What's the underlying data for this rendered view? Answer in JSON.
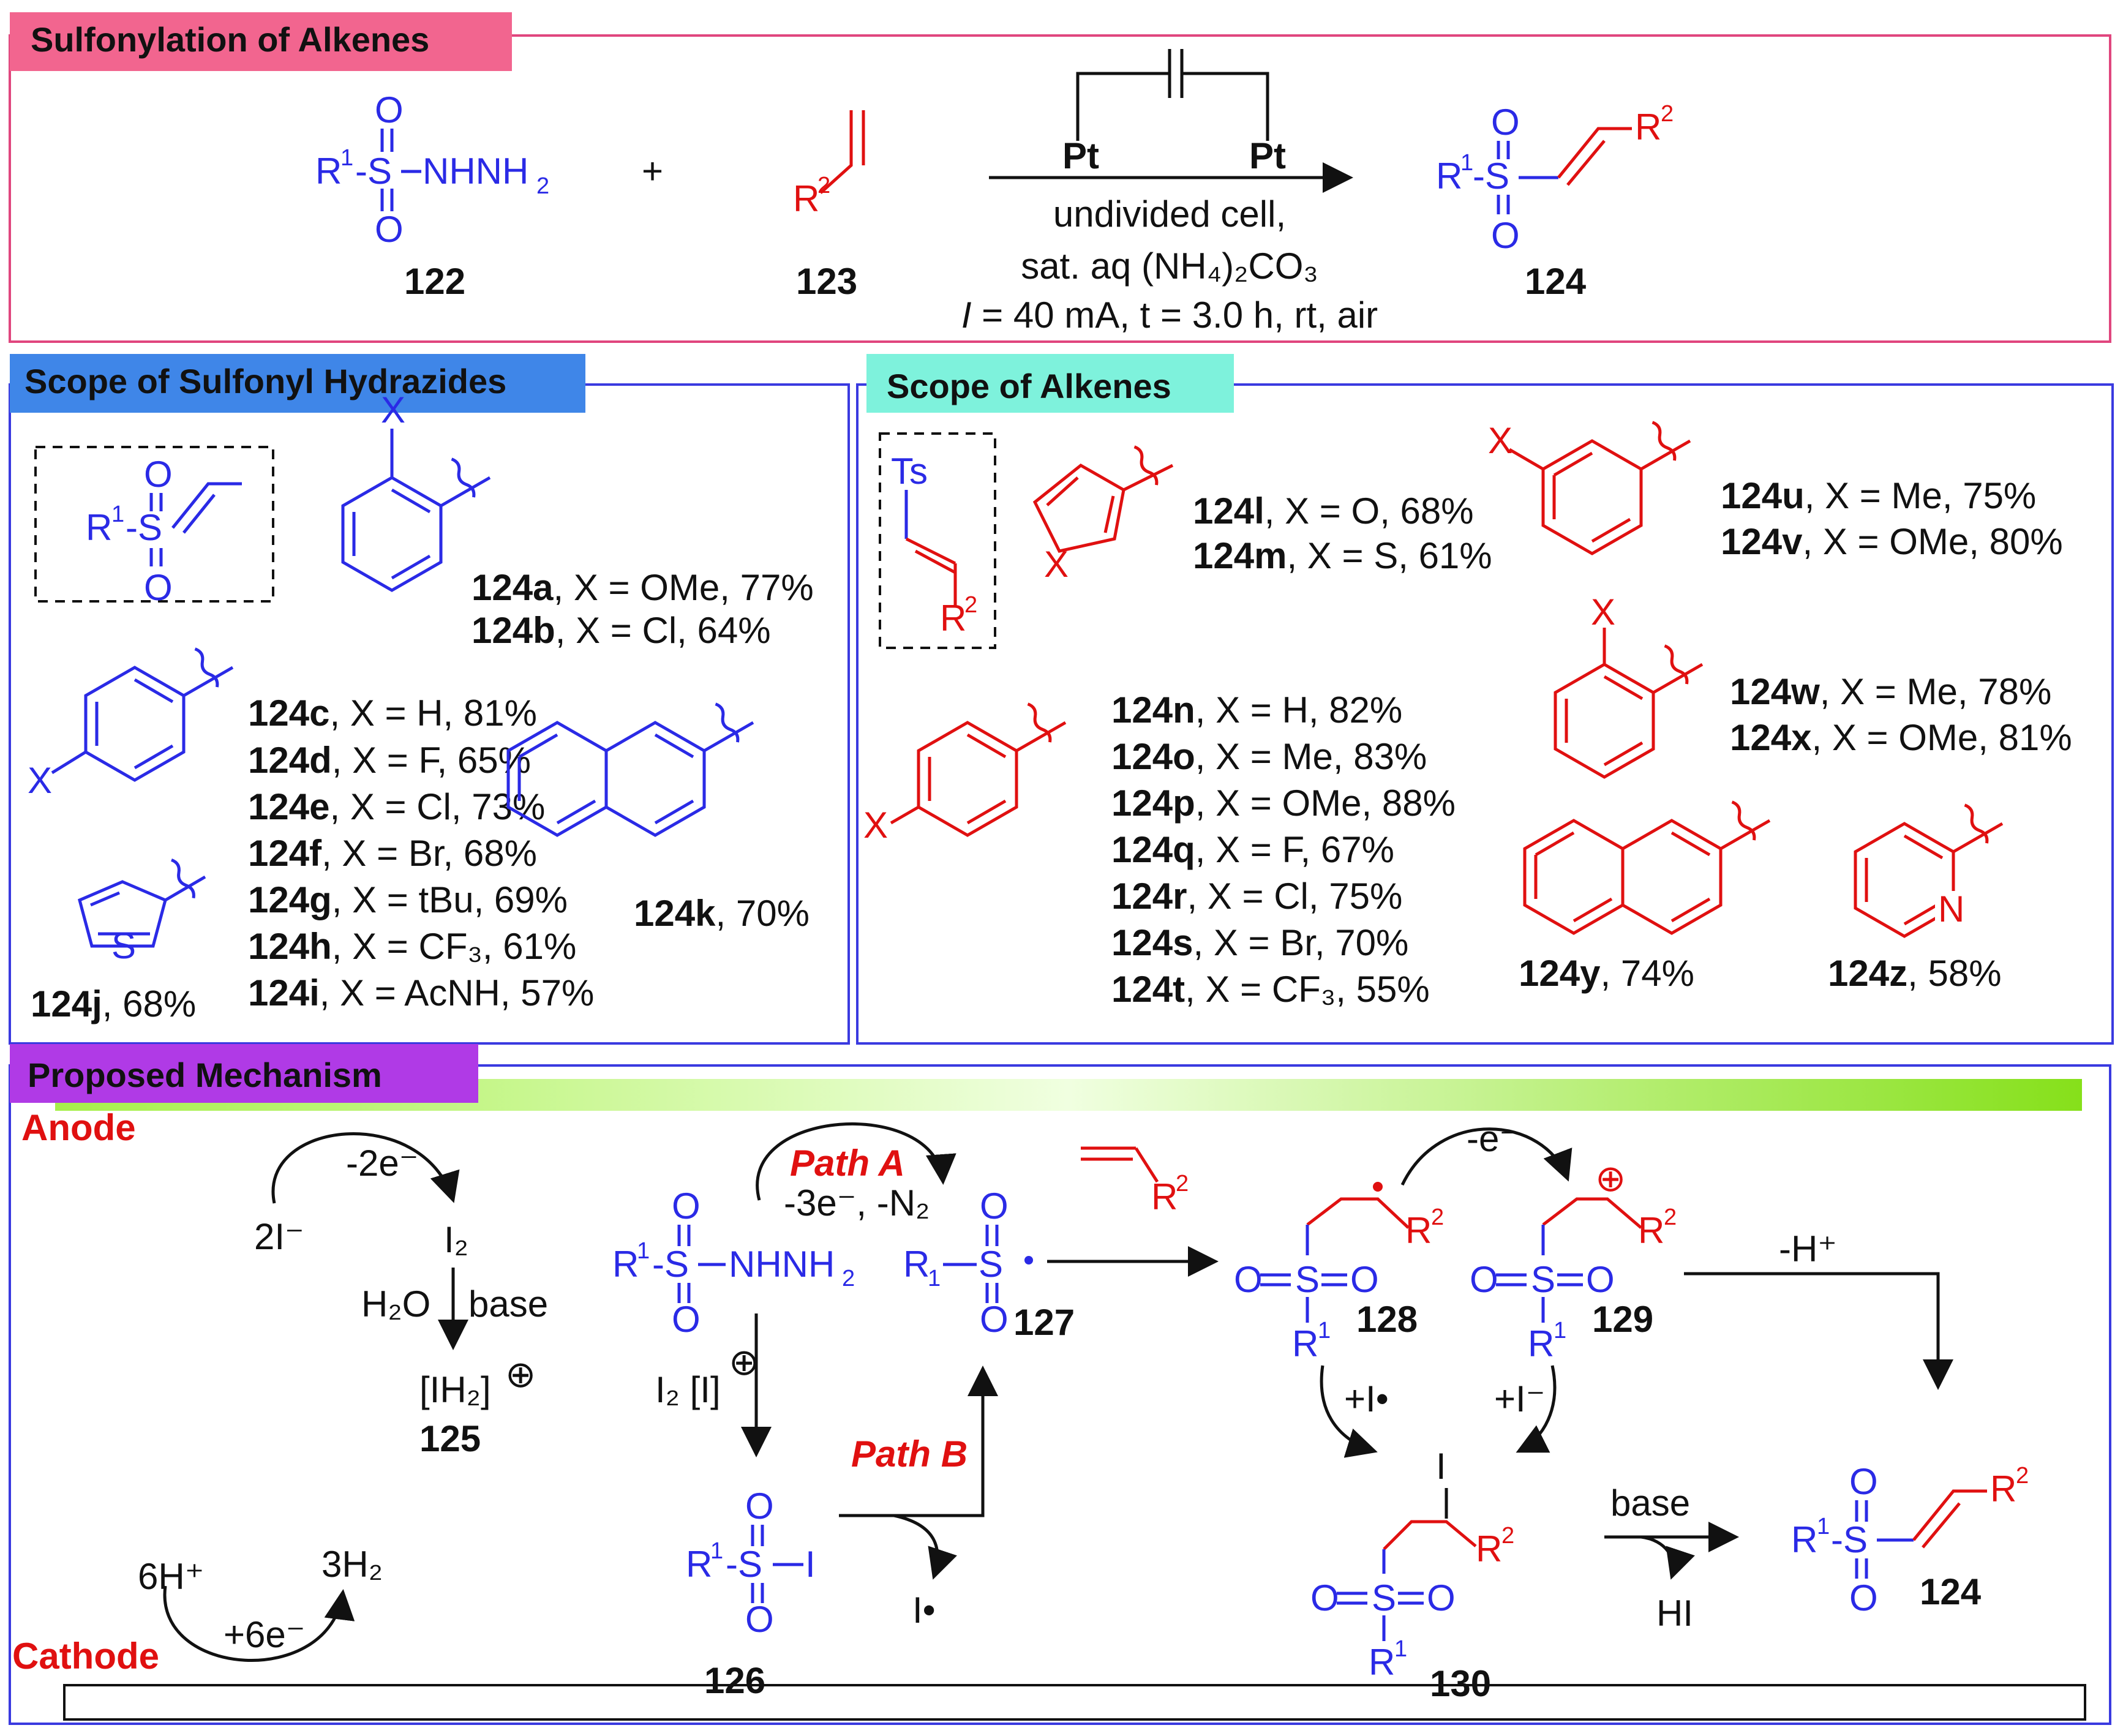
{
  "colors": {
    "blue": "#2a2ae6",
    "red": "#e01010",
    "pink_header": "#f2658f",
    "blue_header": "#3f86e8",
    "teal_header": "#7ef2dc",
    "purple_header": "#b03ae6",
    "green_bar": "#86e01a"
  },
  "sections": {
    "sulfonylation": "Sulfonylation of Alkenes",
    "hydrazides": "Scope of Sulfonyl Hydrazides",
    "alkenes": "Scope of Alkenes",
    "mechanism": "Proposed Mechanism"
  },
  "reaction": {
    "sub_122": "R¹-S-NHNH₂",
    "id_122": "122",
    "plus": "+",
    "sub_123": "R²",
    "id_123": "123",
    "electrode_left": "Pt",
    "electrode_right": "Pt",
    "cond1": "undivided cell,",
    "cond2": "sat. aq (NH₄)₂CO₃",
    "cond3_i": "I",
    "cond3": " = 40 mA, t = 3.0 h, rt, air",
    "id_124": "124"
  },
  "hydrazide_scope": [
    {
      "id": "124a",
      "text": ", X = OMe, 77%"
    },
    {
      "id": "124b",
      "text": ", X = Cl, 64%"
    },
    {
      "id": "124c",
      "text": ", X = H, 81%"
    },
    {
      "id": "124d",
      "text": ", X = F, 65%"
    },
    {
      "id": "124e",
      "text": ", X = Cl, 73%"
    },
    {
      "id": "124f",
      "text": ", X = Br, 68%"
    },
    {
      "id": "124g",
      "text": ", X = tBu, 69%"
    },
    {
      "id": "124h",
      "text": ", X = CF₃, 61%"
    },
    {
      "id": "124i",
      "text": ", X = AcNH, 57%"
    },
    {
      "id": "124j",
      "text": ", 68%"
    },
    {
      "id": "124k",
      "text": ", 70%"
    }
  ],
  "alkene_scope": [
    {
      "id": "124l",
      "text": ", X = O, 68%"
    },
    {
      "id": "124m",
      "text": ", X = S, 61%"
    },
    {
      "id": "124u",
      "text": ", X = Me, 75%"
    },
    {
      "id": "124v",
      "text": ", X = OMe, 80%"
    },
    {
      "id": "124n",
      "text": ", X = H, 82%"
    },
    {
      "id": "124o",
      "text": ", X = Me, 83%"
    },
    {
      "id": "124p",
      "text": ", X = OMe, 88%"
    },
    {
      "id": "124q",
      "text": ", X = F, 67%"
    },
    {
      "id": "124r",
      "text": ", X = Cl, 75%"
    },
    {
      "id": "124s",
      "text": ", X = Br, 70%"
    },
    {
      "id": "124t",
      "text": ", X = CF₃, 55%"
    },
    {
      "id": "124w",
      "text": ", X = Me, 78%"
    },
    {
      "id": "124x",
      "text": ", X = OMe, 81%"
    },
    {
      "id": "124y",
      "text": ", 74%"
    },
    {
      "id": "124z",
      "text": ", 58%"
    }
  ],
  "mechanism": {
    "anode": "Anode",
    "cathode": "Cathode",
    "two_i": "2I⁻",
    "minus2e": "-2e⁻",
    "i2": "I₂",
    "h2o": "H₂O",
    "base": "base",
    "ih2": "[IH₂]",
    "oplus": "⊕",
    "id_125": "125",
    "path_a": "Path A",
    "path_a_cond": "-3e⁻, -N₂",
    "path_b": "Path B",
    "i2_reagent": "I₂ [I]",
    "sulfonyl_radical": "R₁-S•",
    "id_127": "127",
    "id_126": "126",
    "i_rad": "I•",
    "id_128": "128",
    "id_129": "129",
    "minus_e": "-e⁻",
    "minus_h": "-H⁺",
    "plus_i_rad": "+I•",
    "plus_i_anion": "+I⁻",
    "id_130": "130",
    "base2": "base",
    "hi": "HI",
    "id_124": "124",
    "six_h": "6H⁺",
    "three_h2": "3H₂",
    "plus6e": "+6e⁻",
    "iodo_top": "I",
    "r2": "R²",
    "r1": "R¹",
    "n": "N",
    "s": "S",
    "o": "O",
    "x": "X",
    "ts": "Ts"
  }
}
